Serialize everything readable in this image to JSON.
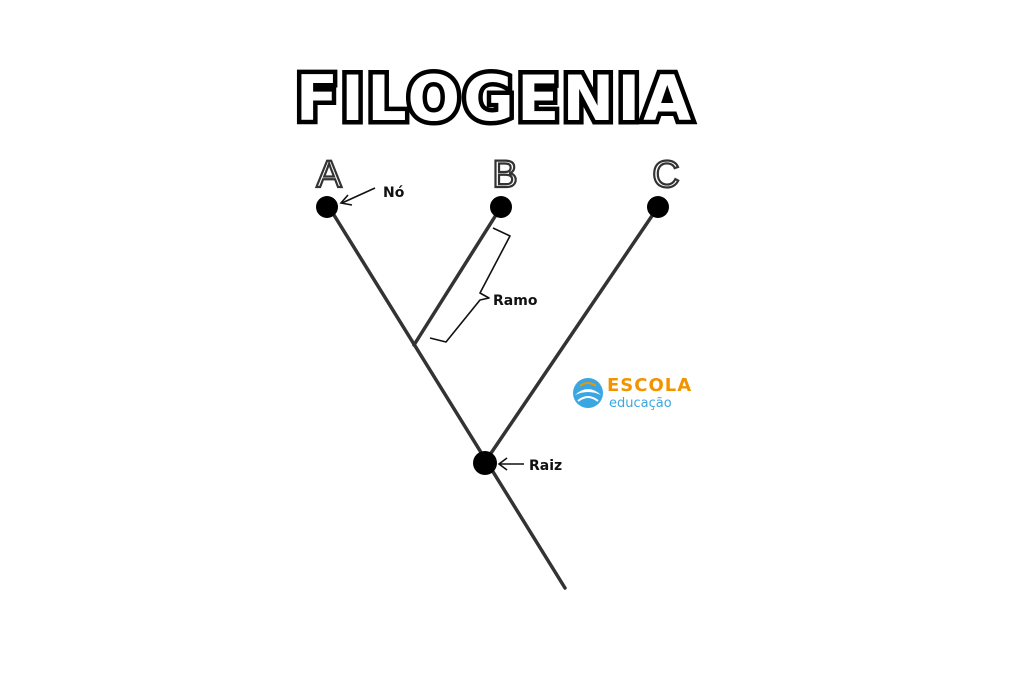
{
  "title": "FILOGENIA",
  "taxa": {
    "a": "A",
    "b": "B",
    "c": "C"
  },
  "annotations": {
    "node": "Nó",
    "branch": "Ramo",
    "root": "Raiz"
  },
  "logo": {
    "name": "ESCOLA",
    "subtitle": "educação",
    "icon": "book-globe-icon",
    "color_main": "#f29400",
    "color_accent": "#3aa7e3"
  }
}
